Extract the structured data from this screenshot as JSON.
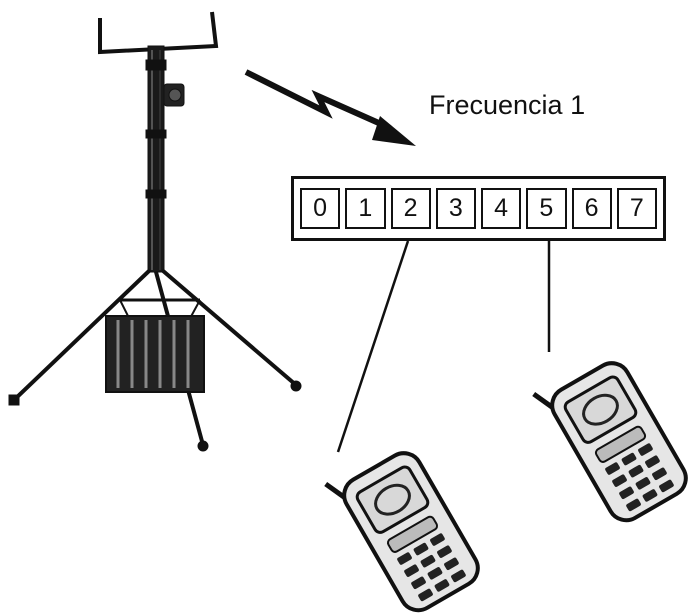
{
  "frequency_label": "Frecuencia 1",
  "time_slots": [
    "0",
    "1",
    "2",
    "3",
    "4",
    "5",
    "6",
    "7"
  ],
  "phones": [
    {
      "slot": "2"
    },
    {
      "slot": "5"
    }
  ],
  "colors": {
    "ink": "#111111",
    "screen": "#d8d8d8",
    "body": "#e6e6e6"
  }
}
